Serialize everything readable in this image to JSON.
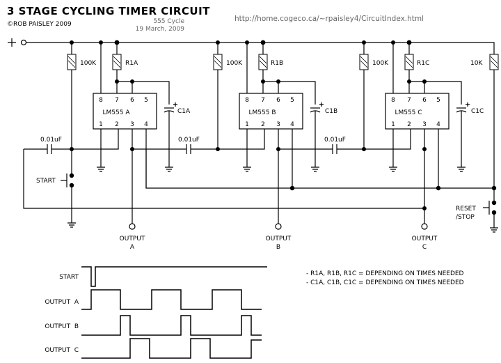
{
  "header": {
    "title": "3 STAGE CYCLING TIMER CIRCUIT",
    "author": "©ROB PAISLEY 2009",
    "subtitle": "555 Cycle",
    "date": "19 March, 2009",
    "url": "http://home.cogeco.ca/~rpaisley4/CircuitIndex.html"
  },
  "supply": {
    "symbol": "+"
  },
  "stages": [
    {
      "ic_label": "LM555 A",
      "pull_up": "100K",
      "timing_resistor": "R1A",
      "timing_capacitor": "C1A",
      "coupling_cap": "0.01uF",
      "output_label": "OUTPUT",
      "output_letter": "A"
    },
    {
      "ic_label": "LM555 B",
      "pull_up": "100K",
      "timing_resistor": "R1B",
      "timing_capacitor": "C1B",
      "coupling_cap": "0.01uF",
      "output_label": "OUTPUT",
      "output_letter": "B"
    },
    {
      "ic_label": "LM555 C",
      "pull_up": "100K",
      "timing_resistor": "R1C",
      "timing_capacitor": "C1C",
      "coupling_cap": "0.01uF",
      "output_label": "OUTPUT",
      "output_letter": "C"
    }
  ],
  "pins": {
    "top": [
      "8",
      "7",
      "6",
      "5"
    ],
    "bottom": [
      "1",
      "2",
      "3",
      "4"
    ],
    "cap_plus": "+"
  },
  "reset_resistor": "10K",
  "switches": {
    "start": "START",
    "reset_line1": "RESET",
    "reset_line2": "/STOP"
  },
  "notes": [
    "- R1A, R1B, R1C = DEPENDING ON TIMES NEEDED",
    "- C1A, C1B, C1C = DEPENDING ON TIMES NEEDED"
  ],
  "timing_diagram": {
    "signals": [
      {
        "name": "START",
        "description": "normally high, short low pulse at start"
      },
      {
        "name": "OUTPUT  A",
        "description": "long high pulses, 3 cycles"
      },
      {
        "name": "OUTPUT  B",
        "description": "short high pulses after each A falls"
      },
      {
        "name": "OUTPUT  C",
        "description": "medium high pulses after each B falls"
      }
    ]
  }
}
